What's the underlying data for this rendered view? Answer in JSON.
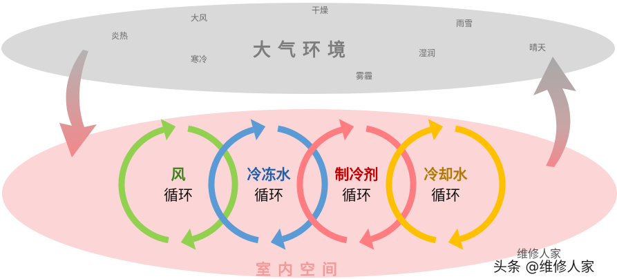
{
  "atmosphere": {
    "title": "大气环境",
    "weather": {
      "hot": "炎热",
      "wind": "大风",
      "cold": "寒冷",
      "dry": "干燥",
      "haze": "雾霾",
      "humid": "湿润",
      "rain_snow": "雨雪",
      "sunny": "晴天"
    }
  },
  "indoor": {
    "title": "室内空间"
  },
  "cycles": [
    {
      "name": "风",
      "sub": "循环",
      "color": "#92d050",
      "text_color": "#3f7f1a"
    },
    {
      "name": "冷冻水",
      "sub": "循环",
      "color": "#5b9bd5",
      "text_color": "#1f5faa"
    },
    {
      "name": "制冷剂",
      "sub": "循环",
      "color": "#ff7c80",
      "text_color": "#c00000"
    },
    {
      "name": "冷却水",
      "sub": "循环",
      "color": "#ffc000",
      "text_color": "#b07a00"
    }
  ],
  "watermark": {
    "line1": "维修人家",
    "line2": "头条 @维修人家"
  }
}
